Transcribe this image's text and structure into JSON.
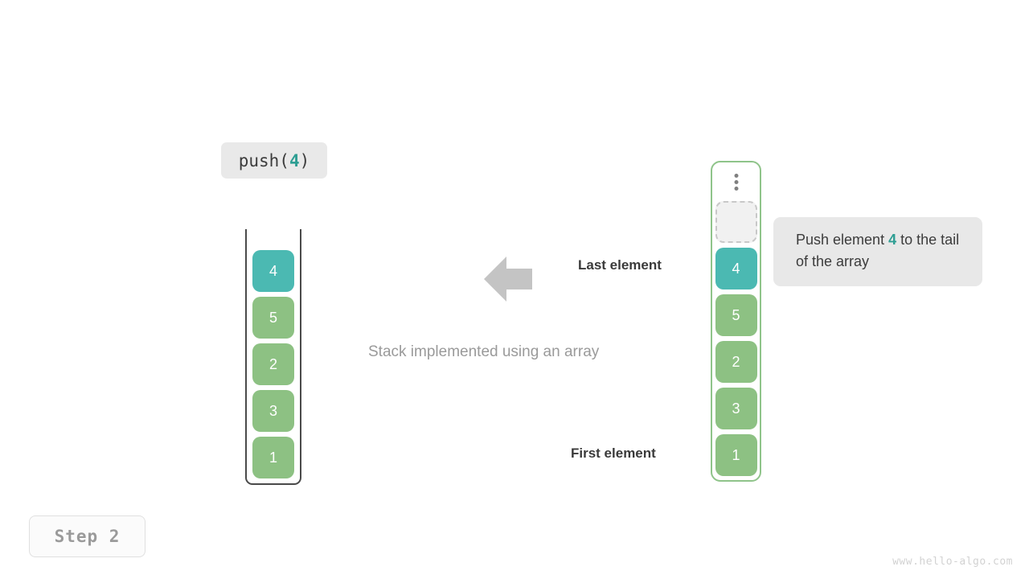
{
  "operation": {
    "prefix": "push(",
    "arg": "4",
    "suffix": ")"
  },
  "stack_panel": {
    "caption": "Stack implemented using an array",
    "cells_bottom_to_top": [
      {
        "value": "1",
        "color": "green"
      },
      {
        "value": "3",
        "color": "green"
      },
      {
        "value": "2",
        "color": "green"
      },
      {
        "value": "5",
        "color": "green"
      },
      {
        "value": "4",
        "color": "teal"
      }
    ]
  },
  "array_panel": {
    "dots_icon": "vertical-ellipsis-icon",
    "empty_slot_label": "",
    "cells_bottom_to_top": [
      {
        "value": "1",
        "color": "green"
      },
      {
        "value": "3",
        "color": "green"
      },
      {
        "value": "2",
        "color": "green"
      },
      {
        "value": "5",
        "color": "green"
      },
      {
        "value": "4",
        "color": "teal"
      }
    ]
  },
  "annotations": {
    "last_element": "Last element",
    "first_element": "First element",
    "arrow_icon": "arrow-left-icon"
  },
  "callout": {
    "text_before": "Push element ",
    "highlight": "4",
    "text_after": " to the tail of the array"
  },
  "step_badge": {
    "label": "Step 2"
  },
  "watermark": {
    "text": "www.hello-algo.com"
  },
  "colors": {
    "teal": "#4bb9b2",
    "green": "#8dc183",
    "accent_text": "#2e9e93",
    "frame_dark": "#4a4a4a",
    "frame_green": "#8fc48a",
    "arrow_gray": "#c4c4c4",
    "chip_bg": "#e8e8e8",
    "caption_gray": "#9a9a9a"
  }
}
